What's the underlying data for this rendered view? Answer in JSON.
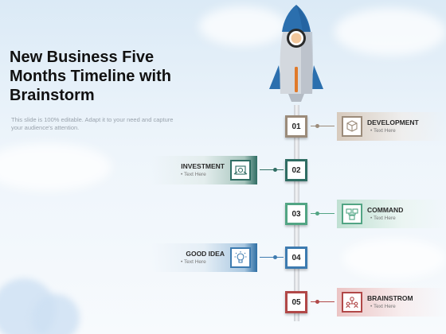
{
  "slide": {
    "title": "New Business Five Months Timeline with Brainstorm",
    "subtitle": "This slide is 100% editable. Adapt it to your need and capture your audience's attention."
  },
  "colors": {
    "step1": "#9b8b7a",
    "step2": "#2f6d63",
    "step3": "#52a584",
    "step4": "#3d7bb0",
    "step5": "#b14848",
    "rocket_body": "#cfd4db",
    "rocket_fins": "#2b6fae",
    "rocket_stripe": "#e07a2a"
  },
  "steps": [
    {
      "number": "01",
      "heading": "DEVELOPMENT",
      "text": "Text Here",
      "icon": "development-cube-icon"
    },
    {
      "number": "02",
      "heading": "INVESTMENT",
      "text": "Text Here",
      "icon": "investment-money-icon"
    },
    {
      "number": "03",
      "heading": "COMMAND",
      "text": "Text Here",
      "icon": "command-network-icon"
    },
    {
      "number": "04",
      "heading": "GOOD IDEA",
      "text": "Text Here",
      "icon": "idea-bulb-icon"
    },
    {
      "number": "05",
      "heading": "BRAINSTROM",
      "text": "Text Here",
      "icon": "brainstorm-people-icon"
    }
  ]
}
